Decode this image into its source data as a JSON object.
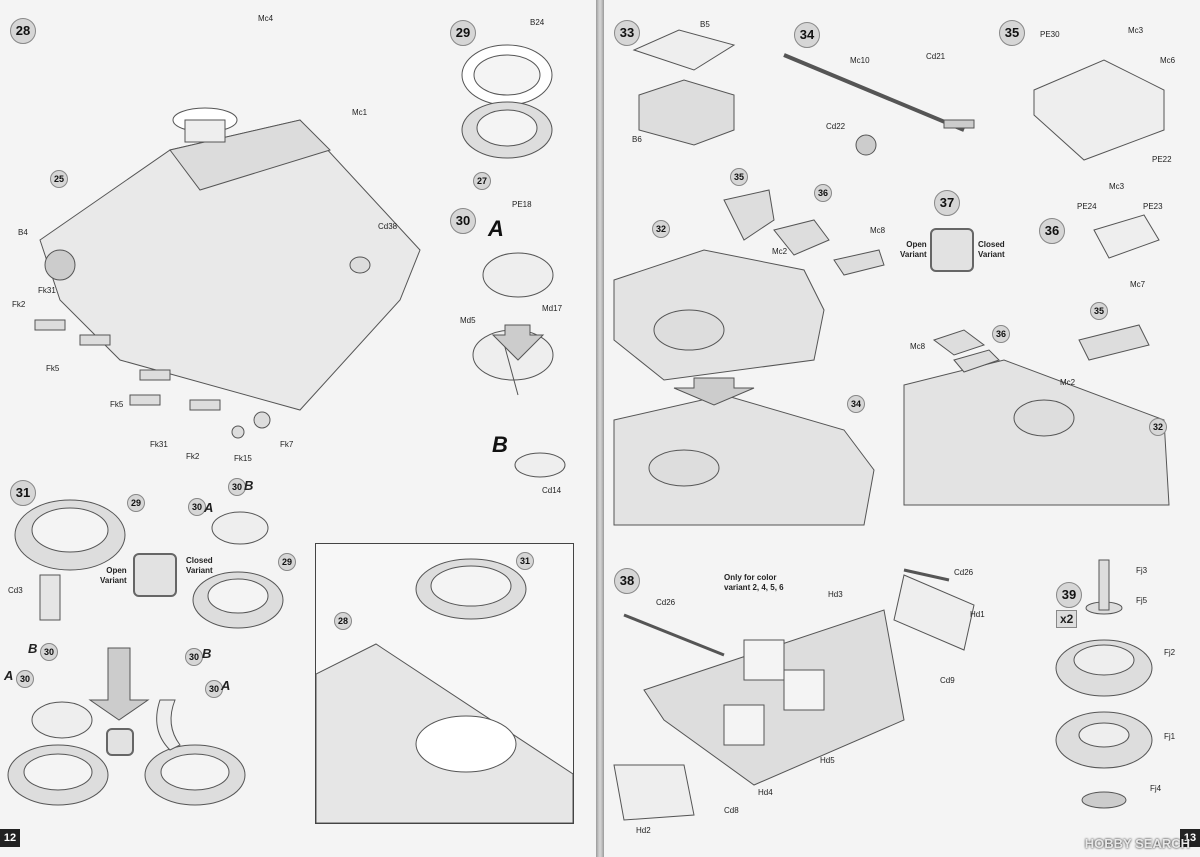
{
  "pages": {
    "left_number": "12",
    "right_number": "13"
  },
  "steps": {
    "s28": "28",
    "s29": "29",
    "s30": "30",
    "s31": "31",
    "s32": "32",
    "s33": "33",
    "s34": "34",
    "s35": "35",
    "s36": "36",
    "s37": "37",
    "s38": "38",
    "s39": "39"
  },
  "refs": {
    "r25": "25",
    "r27": "27",
    "r29a": "29",
    "r29b": "29",
    "r30a": "30",
    "r30b": "30",
    "r30c": "30",
    "r30d": "30",
    "r30e": "30",
    "r30f": "30",
    "r31": "31",
    "r28": "28",
    "r32a": "32",
    "r32b": "32",
    "r34": "34",
    "r35a": "35",
    "r35b": "35",
    "r36a": "36",
    "r36b": "36"
  },
  "variants": {
    "A": "A",
    "B": "B",
    "open": "Open\nVariant",
    "closed": "Closed\nVariant",
    "open2": "Open\nVariant",
    "closed2": "Closed\nVariant"
  },
  "parts": {
    "mc4": "Mc4",
    "mc1": "Mc1",
    "b4": "B4",
    "fk31a": "Fk31",
    "fk2a": "Fk2",
    "fk5a": "Fk5",
    "fk5b": "Fk5",
    "fk31b": "Fk31",
    "fk2b": "Fk2",
    "fk15": "Fk15",
    "fk7": "Fk7",
    "cd38": "Cd38",
    "b24": "B24",
    "pe18": "PE18",
    "md5": "Md5",
    "md17": "Md17",
    "cd14": "Cd14",
    "cd3": "Cd3",
    "b5": "B5",
    "b6": "B6",
    "mc10": "Mc10",
    "cd21": "Cd21",
    "cd22": "Cd22",
    "pe30": "PE30",
    "mc3a": "Mc3",
    "mc6": "Mc6",
    "pe22": "PE22",
    "mc3b": "Mc3",
    "pe24": "PE24",
    "pe23": "PE23",
    "mc7": "Mc7",
    "mc2a": "Mc2",
    "mc8a": "Mc8",
    "mc8b": "Mc8",
    "mc2b": "Mc2",
    "cd26a": "Cd26",
    "cd26b": "Cd26",
    "hd3": "Hd3",
    "hd1": "Hd1",
    "cd9": "Cd9",
    "hd5": "Hd5",
    "hd4": "Hd4",
    "cd8": "Cd8",
    "hd2": "Hd2",
    "fj3": "Fj3",
    "fj5": "Fj5",
    "fj2": "Fj2",
    "fj1": "Fj1",
    "fj4": "Fj4"
  },
  "notes": {
    "color_only": "Only for color\nvariant 2, 4, 5, 6",
    "times2": "x2"
  },
  "watermark": "HOBBY SEARCH"
}
